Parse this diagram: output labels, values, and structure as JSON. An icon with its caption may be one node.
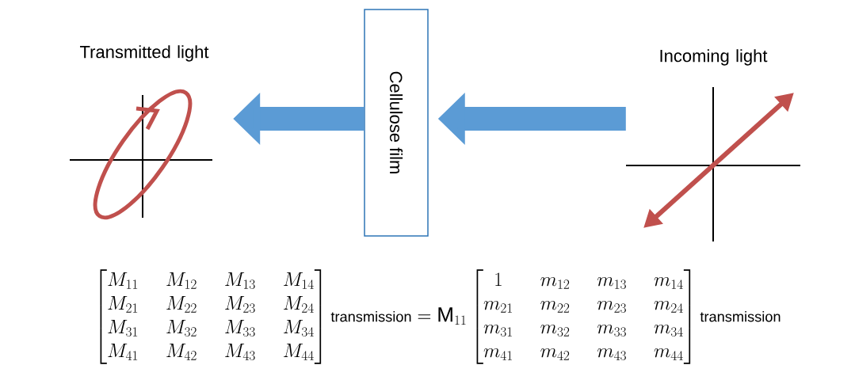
{
  "diagram": {
    "nodes": [
      {
        "text": [
          "Transmitted light"
        ]
      },
      {
        "text": [
          "Cellulose film"
        ]
      },
      {
        "text": [
          "Incoming light"
        ]
      }
    ],
    "edges": [
      {
        "from": 2,
        "to": 1,
        "arrow": "to"
      },
      {
        "from": 1,
        "to": 0,
        "arrow": "to"
      }
    ],
    "labels": [
      "\\begin{bmatrix}M_{11}&M_{12}&M_{13}&M_{14}\\\\M_{21}&M_{22}&M_{23}&M_{24}\\\\M_{31}&M_{32}&M_{33}&M_{34}\\\\M_{41}&M_{42}&M_{43}&M_{44}\\end{bmatrix}{\\scriptstyle\\mathrm{transmission}}=\\mathrm{M}_{11}\\begin{bmatrix}1&m_{12}&m_{13}&m_{14}\\\\m_{21}&m_{22}&m_{23}&m_{24}\\\\m_{31}&m_{32}&m_{33}&m_{34}\\\\m_{41}&m_{42}&m_{43}&m_{44}\\end{bmatrix}{\\scriptstyle\\mathrm{transmission}}"
    ]
  }
}
